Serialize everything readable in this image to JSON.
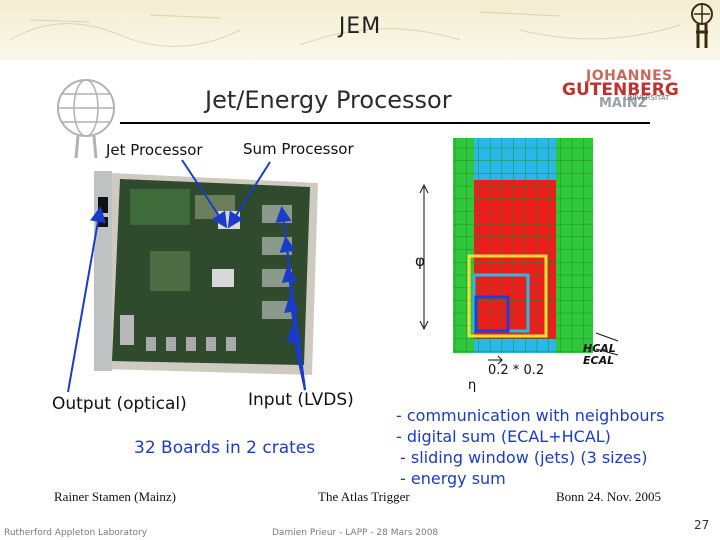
{
  "slide": {
    "title": "JEM",
    "page_number": "27"
  },
  "panel": {
    "title": "Jet/Energy Processor",
    "logo": {
      "line1": "JOHANNES",
      "line2": "GUTENBERG",
      "line3": "MAINZ",
      "line4": "UNIVERSITÄT"
    },
    "labels": {
      "jet_processor": "Jet Processor",
      "sum_processor": "Sum Processor",
      "output": "Output (optical)",
      "input": "Input (LVDS)",
      "boards": "32 Boards in 2 crates"
    },
    "diagram": {
      "phi_label": "φ",
      "eta_label": "η",
      "hcal_label": "HCAL",
      "ecal_label": "ECAL",
      "window_label": "0.2 * 0.2"
    },
    "bullets": [
      "- communication with neighbours",
      "- digital sum (ECAL+HCAL)",
      "- sliding window (jets) (3 sizes)",
      "- energy sum"
    ],
    "footer": {
      "author": "Rainer Stamen (Mainz)",
      "event": "The Atlas Trigger",
      "place_date": "Bonn 24. Nov. 2005"
    }
  },
  "subfooter": {
    "left": "Rutherford Appleton Laboratory",
    "center": "Damien Prieur - LAPP - 28 Mars 2008"
  },
  "colors": {
    "grid_green": "#2fc83a",
    "grid_cyan": "#2ab8e8",
    "grid_red": "#ee1c1c",
    "window_yellow": "#f2e03a",
    "window_blue": "#1f3fd0",
    "text_blue": "#1a3cc8"
  }
}
